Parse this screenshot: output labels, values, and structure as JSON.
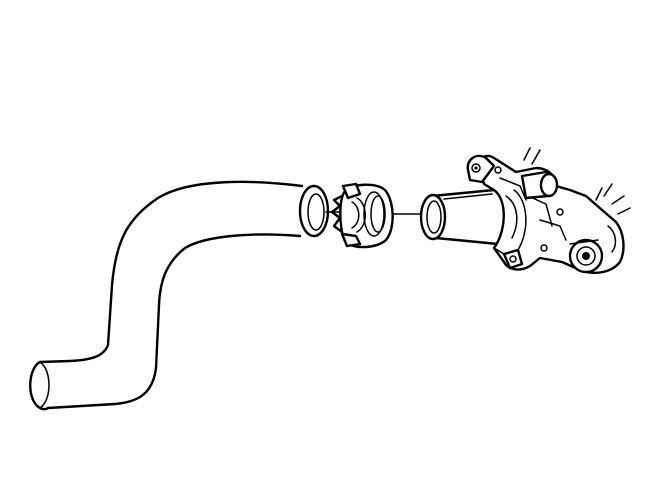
{
  "figure": {
    "background": "#ffffff",
    "line_color": "#000000",
    "parts": [
      "radiator-outlet-hose",
      "hose-clamp",
      "thermostat-housing-assembly"
    ]
  }
}
